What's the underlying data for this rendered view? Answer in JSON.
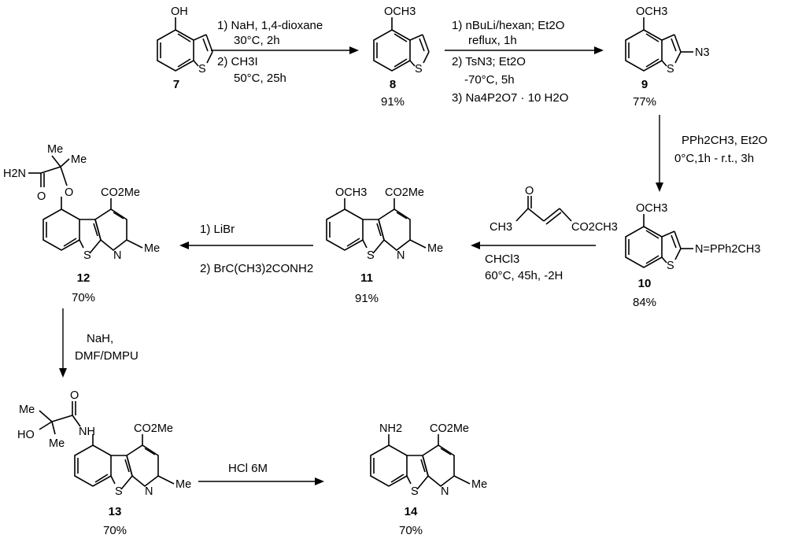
{
  "compounds": [
    {
      "id": "7",
      "label": "7",
      "yield": "",
      "atoms": {
        "oh": "OH",
        "s": "S"
      }
    },
    {
      "id": "8",
      "label": "8",
      "yield": "91%",
      "atoms": {
        "och3": "OCH3",
        "s": "S"
      }
    },
    {
      "id": "9",
      "label": "9",
      "yield": "77%",
      "atoms": {
        "och3": "OCH3",
        "s": "S",
        "n3": "N3"
      }
    },
    {
      "id": "10",
      "label": "10",
      "yield": "84%",
      "atoms": {
        "och3": "OCH3",
        "s": "S",
        "ylide": "N=PPh2CH3"
      }
    },
    {
      "id": "11",
      "label": "11",
      "yield": "91%",
      "atoms": {
        "och3": "OCH3",
        "ester": "CO2Me",
        "s": "S",
        "n": "N",
        "me": "Me"
      }
    },
    {
      "id": "12",
      "label": "12",
      "yield": "70%",
      "atoms": {
        "amide_n": "H2N",
        "amide_o": "O",
        "me1": "Me",
        "me2": "Me",
        "ether_o": "O",
        "ester": "CO2Me",
        "s": "S",
        "n": "N",
        "me": "Me"
      }
    },
    {
      "id": "13",
      "label": "13",
      "yield": "70%",
      "atoms": {
        "me1": "Me",
        "carbonyl_o": "O",
        "nh": "NH",
        "ho": "HO",
        "me2": "Me",
        "ester": "CO2Me",
        "s": "S",
        "n": "N",
        "me": "Me"
      }
    },
    {
      "id": "14",
      "label": "14",
      "yield": "70%",
      "atoms": {
        "nh2": "NH2",
        "ester": "CO2Me",
        "s": "S",
        "n": "N",
        "me": "Me"
      }
    }
  ],
  "steps": [
    {
      "from": "7",
      "to": "8",
      "conditions": [
        "1) NaH, 1,4-dioxane",
        "30°C, 2h",
        "2) CH3I",
        "50°C, 25h"
      ]
    },
    {
      "from": "8",
      "to": "9",
      "conditions": [
        "1) nBuLi/hexan; Et2O",
        "reflux, 1h",
        "2) TsN3; Et2O",
        "-70°C, 5h",
        "3) Na4P2O7 · 10 H2O"
      ]
    },
    {
      "from": "9",
      "to": "10",
      "conditions": [
        "PPh2CH3, Et2O",
        "0°C,1h - r.t., 3h"
      ]
    },
    {
      "from": "10",
      "to": "11",
      "reagent_atoms": {
        "ketone_o": "O",
        "ch3": "CH3",
        "co2ch3": "CO2CH3"
      },
      "conditions": [
        "CHCl3",
        "60°C, 45h, -2H"
      ]
    },
    {
      "from": "11",
      "to": "12",
      "conditions": [
        "1) LiBr",
        "2) BrC(CH3)2CONH2"
      ]
    },
    {
      "from": "12",
      "to": "13",
      "conditions": [
        "NaH,",
        "DMF/DMPU"
      ]
    },
    {
      "from": "13",
      "to": "14",
      "conditions": [
        "HCl 6M"
      ]
    }
  ]
}
